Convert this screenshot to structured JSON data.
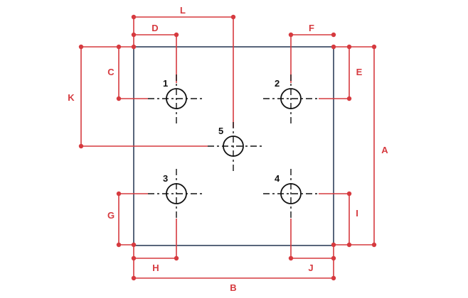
{
  "colors": {
    "plate_outline": "#2f3f5a",
    "dimension": "#d63a3f",
    "hole": "#111111",
    "background": "#ffffff"
  },
  "holes": [
    {
      "label": "1"
    },
    {
      "label": "2"
    },
    {
      "label": "5"
    },
    {
      "label": "3"
    },
    {
      "label": "4"
    }
  ],
  "dimensions": {
    "L": "L",
    "D": "D",
    "F": "F",
    "C": "C",
    "E": "E",
    "K": "K",
    "A": "A",
    "G": "G",
    "I": "I",
    "H": "H",
    "J": "J",
    "B": "B"
  }
}
